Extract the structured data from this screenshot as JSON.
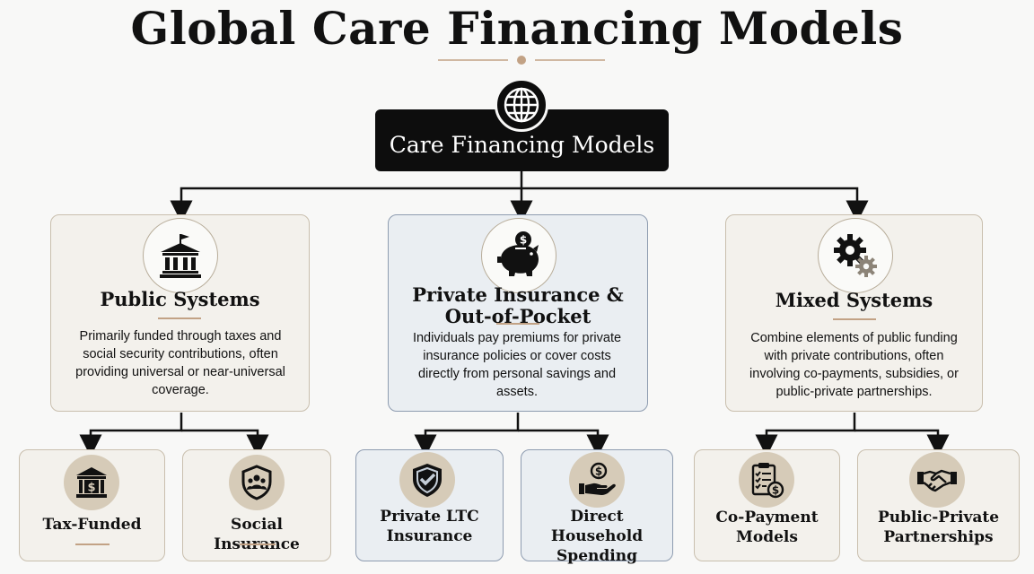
{
  "title": "Global Care Financing Models",
  "root": {
    "label": "Care Financing Models",
    "icon": "globe-icon"
  },
  "categories": [
    {
      "title": "Public Systems",
      "icon": "government-building-icon",
      "description": "Primarily funded through taxes and social security contributions, often providing universal or near-universal coverage.",
      "children": [
        {
          "title": "Tax-Funded",
          "icon": "bank-dollar-icon"
        },
        {
          "title": "Social Insurance",
          "icon": "shield-people-icon"
        }
      ]
    },
    {
      "title": "Private Insurance & Out-of-Pocket",
      "icon": "piggy-bank-icon",
      "description": "Individuals pay premiums for private insurance policies or cover costs directly from personal savings and assets.",
      "children": [
        {
          "title": "Private LTC Insurance",
          "icon": "shield-check-icon"
        },
        {
          "title": "Direct Household Spending",
          "icon": "hand-coin-icon"
        }
      ]
    },
    {
      "title": "Mixed Systems",
      "icon": "gears-icon",
      "description": "Combine elements of public funding with private contributions, often involving co-payments, subsidies, or public-private partnerships.",
      "children": [
        {
          "title": "Co-Payment Models",
          "icon": "clipboard-dollar-icon"
        },
        {
          "title": "Public-Private Partnerships",
          "icon": "handshake-icon"
        }
      ]
    }
  ],
  "colors": {
    "background": "#f8f8f7",
    "root_fill": "#0d0d0d",
    "card_beige": "#f3f1ec",
    "card_blue": "#eaeef2",
    "accent_rule": "#c2a285"
  }
}
